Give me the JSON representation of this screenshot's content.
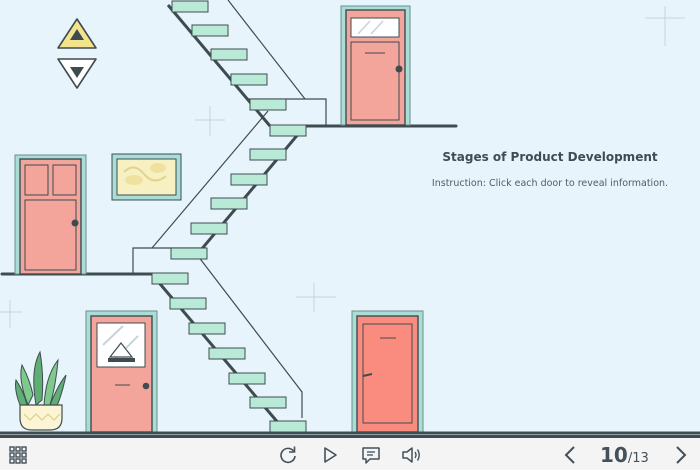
{
  "slide": {
    "title": "Stages of Product Development",
    "instruction": "Instruction: Click each door to reveal information."
  },
  "elevator": {
    "up_icon": "triangle-up-icon",
    "down_icon": "triangle-down-icon",
    "up_color": "#f3e38a",
    "down_color": "#ffffff"
  },
  "doors": {
    "color": "#f3a59b",
    "frame_color": "#a9ddd6",
    "items": [
      "door-top-right",
      "door-middle-left",
      "door-bottom-left",
      "door-bottom-right"
    ]
  },
  "toolbar": {
    "menu_icon": "grid-menu-icon",
    "replay_icon": "replay-icon",
    "play_icon": "play-icon",
    "notes_icon": "speech-bubble-icon",
    "volume_icon": "speaker-icon",
    "prev_icon": "chevron-left-icon",
    "next_icon": "chevron-right-icon"
  },
  "pagination": {
    "current": "10",
    "separator": "/",
    "total": "13"
  },
  "colors": {
    "background": "#e8f4fb",
    "step": "#b9ead8",
    "line": "#3e4c50"
  }
}
